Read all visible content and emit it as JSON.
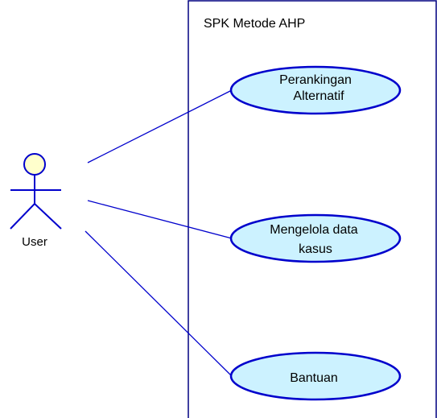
{
  "system": {
    "title": "SPK Metode AHP"
  },
  "actor": {
    "name": "User"
  },
  "use_cases": [
    {
      "lines": [
        "Perankingan",
        "Alternatif"
      ]
    },
    {
      "lines": [
        "Mengelola data",
        "kasus"
      ]
    },
    {
      "lines": [
        "Bantuan"
      ]
    }
  ],
  "colors": {
    "line": "#0000cc",
    "boundary": "#000080",
    "actor_head_fill": "#ffffcc",
    "usecase_fill": "#ccf2ff",
    "text": "#000000"
  }
}
